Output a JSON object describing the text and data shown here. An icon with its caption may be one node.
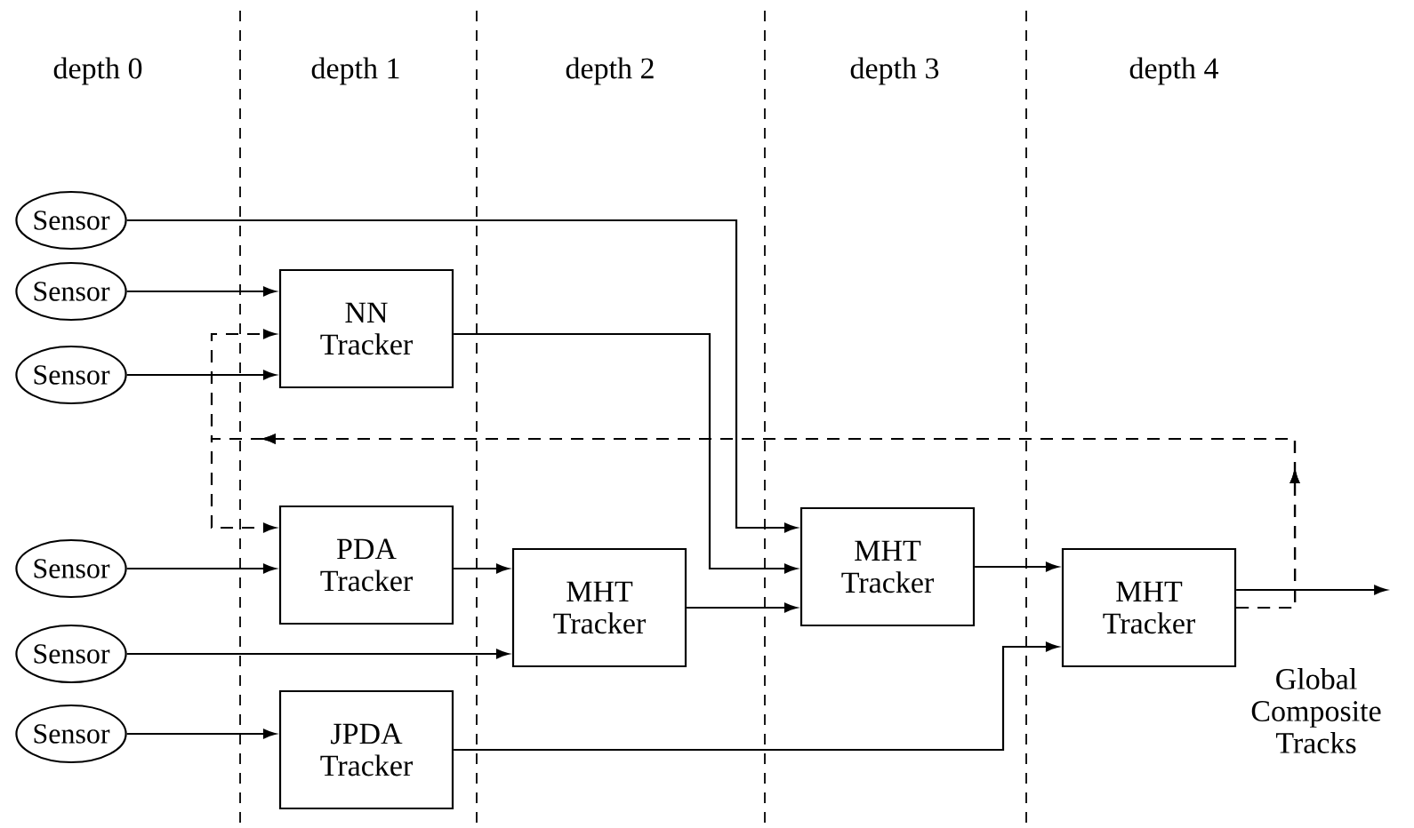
{
  "diagram": {
    "nodes": [
      {
        "text": [
          "Sensor"
        ]
      },
      {
        "text": [
          "Sensor"
        ]
      },
      {
        "text": [
          "Sensor"
        ]
      },
      {
        "text": [
          "NN Tracker"
        ]
      },
      {
        "text": [
          "Sensor"
        ]
      },
      {
        "text": [
          "PDA Tracker"
        ]
      },
      {
        "text": [
          "Sensor"
        ]
      },
      {
        "text": [
          "MHT Tracker"
        ]
      },
      {
        "text": [
          "Sensor"
        ]
      },
      {
        "text": [
          "JPDA Tracker"
        ]
      },
      {
        "text": [
          "MHT Tracker"
        ]
      },
      {
        "text": [
          "MHT Tracker"
        ]
      },
      {
        "text": [
          "Global Composite Tracks"
        ]
      }
    ],
    "edges": [
      {
        "from": 0,
        "to": 10,
        "arrow": "to"
      },
      {
        "from": 1,
        "to": 3,
        "arrow": "to"
      },
      {
        "from": 2,
        "to": 3,
        "arrow": "to"
      },
      {
        "from": 11,
        "to": 3,
        "arrow": "to",
        "style": "dashed"
      },
      {
        "from": 11,
        "to": 5,
        "arrow": "to",
        "style": "dashed"
      },
      {
        "from": 3,
        "to": 10,
        "arrow": "to"
      },
      {
        "from": 4,
        "to": 5,
        "arrow": "to"
      },
      {
        "from": 5,
        "to": 7,
        "arrow": "to"
      },
      {
        "from": 6,
        "to": 7,
        "arrow": "to"
      },
      {
        "from": 7,
        "to": 10,
        "arrow": "to"
      },
      {
        "from": 8,
        "to": 9,
        "arrow": "to"
      },
      {
        "from": 9,
        "to": 11,
        "arrow": "to"
      },
      {
        "from": 10,
        "to": 11,
        "arrow": "to"
      },
      {
        "from": 11,
        "to": 12,
        "arrow": "to"
      }
    ],
    "labels": [
      "depth 0",
      "depth 1",
      "depth 2",
      "depth 3",
      "depth 4"
    ]
  }
}
